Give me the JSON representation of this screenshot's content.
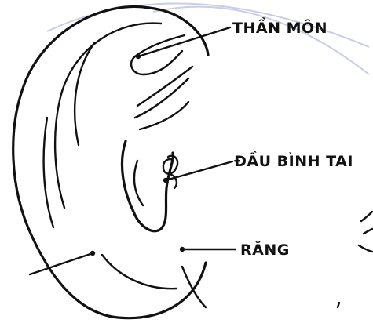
{
  "labels": {
    "than_mon": "THẦN MÔN",
    "dau_binh_tai": "ĐẦU BÌNH TAI",
    "rang": "RĂNG"
  },
  "icons": {
    "ear": "ear-illustration"
  },
  "colors": {
    "ink": "#111111",
    "watermark": "#c9cde6",
    "background": "#ffffff"
  }
}
